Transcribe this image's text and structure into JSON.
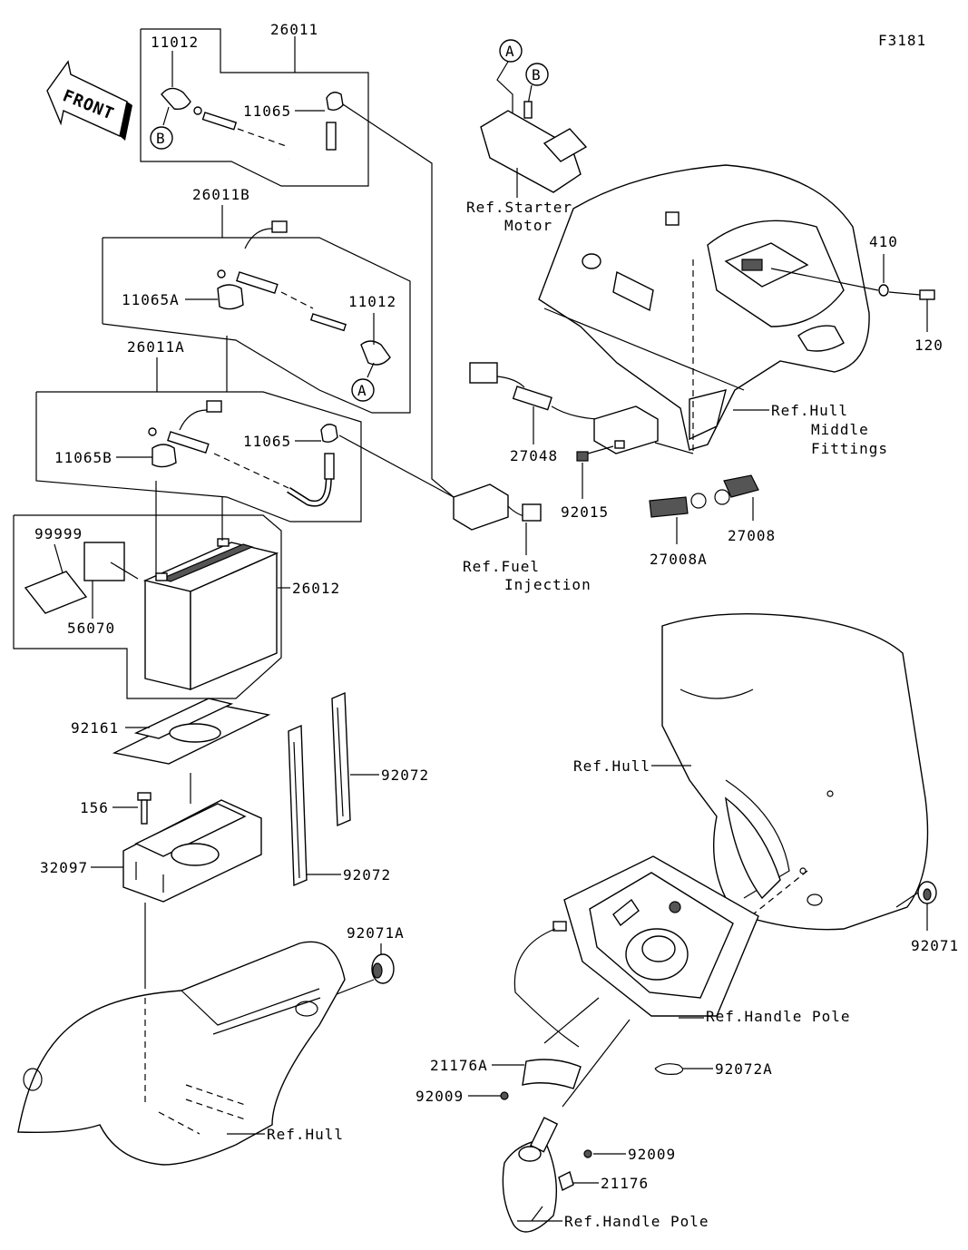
{
  "figure_id": "F3181",
  "front_label": "FRONT",
  "parts": {
    "p26011": "26011",
    "p11012_top": "11012",
    "p11065_top": "11065",
    "p26011B": "26011B",
    "p11065A": "11065A",
    "p11012_mid": "11012",
    "p26011A": "26011A",
    "p11065B": "11065B",
    "p11065_mid": "11065",
    "p99999": "99999",
    "p56070": "56070",
    "p26012": "26012",
    "p92161": "92161",
    "p92072_a": "92072",
    "p156": "156",
    "p32097": "32097",
    "p92072_b": "92072",
    "p92071A": "92071A",
    "p410": "410",
    "p120": "120",
    "p27048": "27048",
    "p92015": "92015",
    "p27008A": "27008A",
    "p27008": "27008",
    "p92071": "92071",
    "p21176A": "21176A",
    "p92009_a": "92009",
    "p92072A": "92072A",
    "p92009_b": "92009",
    "p21176": "21176"
  },
  "callouts": {
    "A": "A",
    "B": "B"
  },
  "references": {
    "starter_motor_1": "Ref.Starter",
    "starter_motor_2": "Motor",
    "hull_middle_1": "Ref.Hull",
    "hull_middle_2": "Middle",
    "hull_middle_3": "Fittings",
    "fuel_injection_1": "Ref.Fuel",
    "fuel_injection_2": "Injection",
    "hull_right": "Ref.Hull",
    "handle_pole_1": "Ref.Handle Pole",
    "hull_left": "Ref.Hull",
    "handle_pole_2": "Ref.Handle Pole"
  }
}
